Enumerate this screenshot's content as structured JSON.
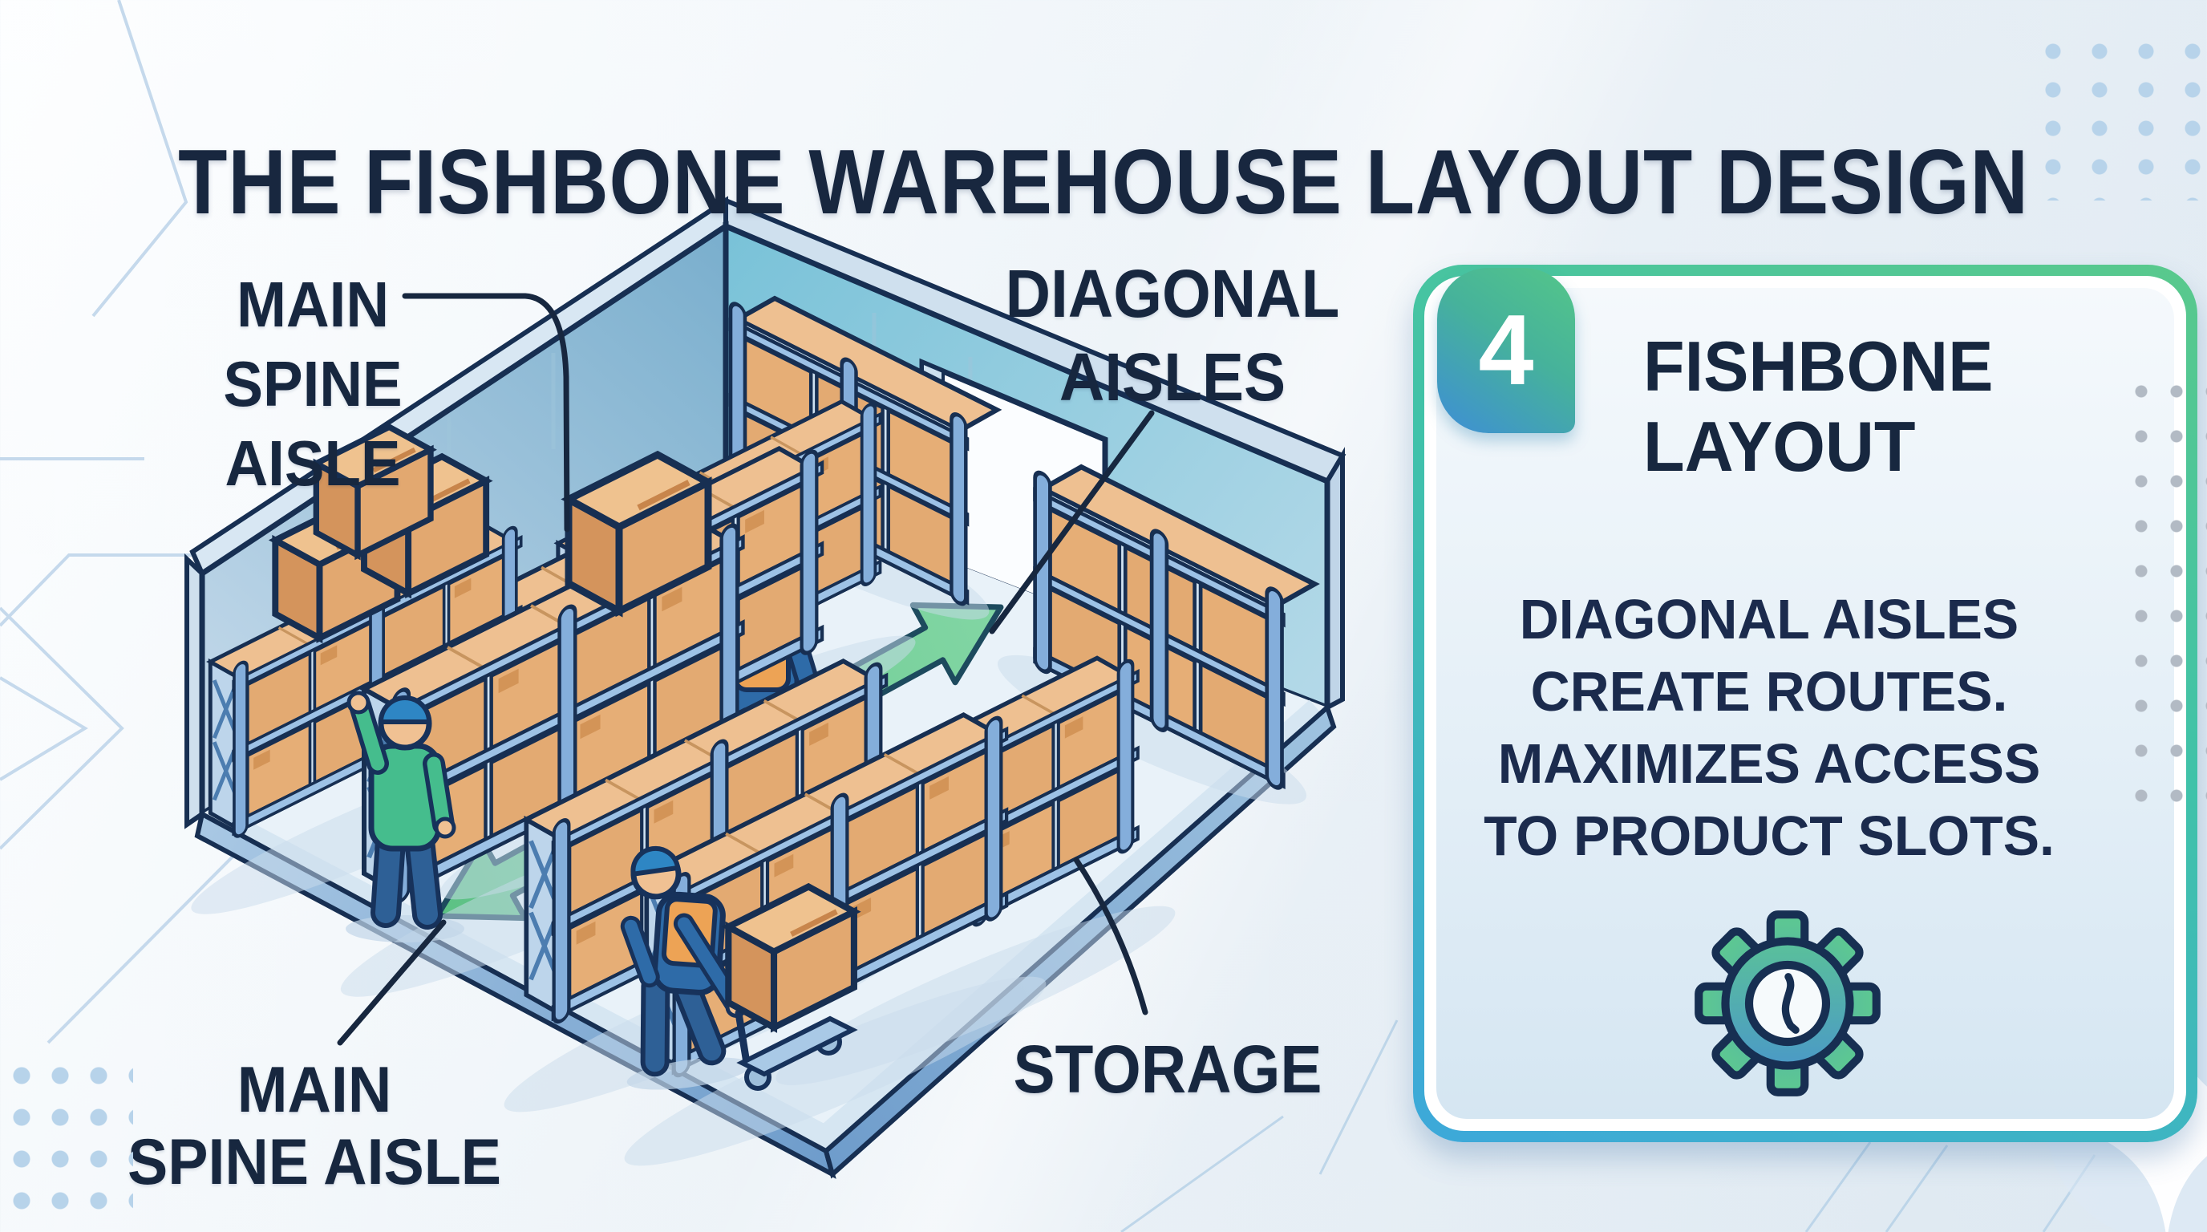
{
  "title": "THE FISHBONE WAREHOUSE LAYOUT DESIGN",
  "diagram": {
    "labels": {
      "spine_top": {
        "lines": [
          "MAIN",
          "SPINE",
          "AISLE"
        ]
      },
      "diagonal": {
        "lines": [
          "DIAGONAL",
          "AISLES"
        ]
      },
      "storage": {
        "lines": [
          "STORAGE"
        ]
      },
      "spine_bottom": {
        "lines": [
          "MAIN",
          "SPINE AISLE"
        ]
      }
    },
    "icons": {
      "aisle_arrow": "double-headed-diagonal-arrow"
    },
    "colors": {
      "aisle_arrow_green": "#63c78e",
      "shelf_boxes_tan": "#e3aa72",
      "walls_blue": "#7fb0d2",
      "outline_navy": "#17325b"
    }
  },
  "card": {
    "number": "4",
    "heading_lines": [
      "FISHBONE",
      "LAYOUT"
    ],
    "body_lines": [
      "DIAGONAL AISLES",
      "CREATE ROUTES.",
      "MAXIMIZES ACCESS",
      "TO PRODUCT SLOTS."
    ],
    "icons": {
      "footer": "gear-clock"
    },
    "colors": {
      "border_gradient_start": "#59c98c",
      "border_gradient_end": "#3da8da",
      "badge_gradient_start": "#54c689",
      "badge_gradient_end": "#3e8ed6",
      "text_navy": "#17273f"
    }
  }
}
